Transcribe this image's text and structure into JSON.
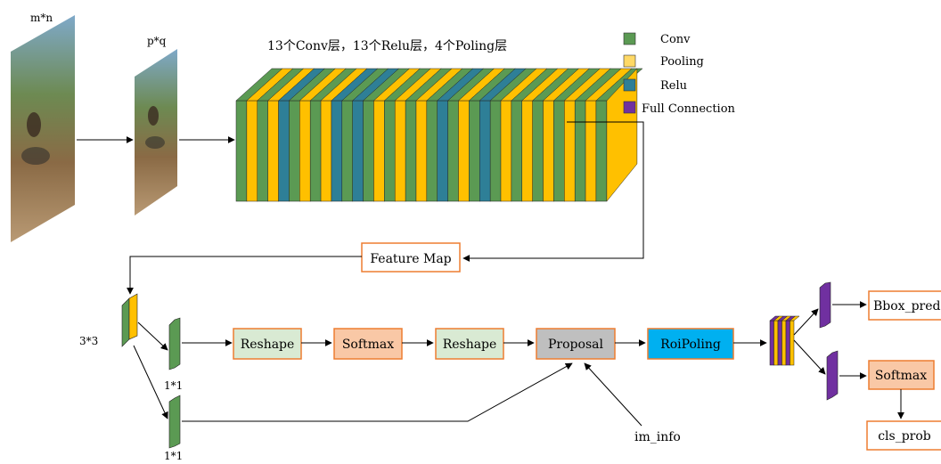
{
  "colors": {
    "conv": "#5b9a53",
    "pooling": "#ffc000",
    "relu": "#2e7f97",
    "full_connection": "#7030a0",
    "box_orange_border": "#ed7d31",
    "reshape_fill": "#d9ead3",
    "softmax_fill": "#f9c8a6",
    "proposal_fill": "#bfbfbf",
    "roipooling_fill": "#00b0f0"
  },
  "images": {
    "input_label": "m*n",
    "resized_label": "p*q"
  },
  "backbone": {
    "caption": "13个Conv层，13个Relu层，4个Poling层"
  },
  "legend": [
    {
      "label": "Conv",
      "color": "#5b9a53"
    },
    {
      "label": "Pooling",
      "color": "#ffd966"
    },
    {
      "label": "Relu",
      "color": "#2e7f97"
    },
    {
      "label": "Full Connection",
      "color": "#7030a0"
    }
  ],
  "nodes": {
    "feature_map": "Feature Map",
    "reshape_1": "Reshape",
    "softmax_1": "Softmax",
    "reshape_2": "Reshape",
    "proposal": "Proposal",
    "roipooling": "RoiPoling",
    "bbox_pred": "Bbox_pred",
    "softmax_2": "Softmax",
    "cls_prob": "cls_prob",
    "im_info": "im_info"
  },
  "kernels": {
    "k3": "3*3",
    "k1_top": "1*1",
    "k1_bottom": "1*1"
  }
}
